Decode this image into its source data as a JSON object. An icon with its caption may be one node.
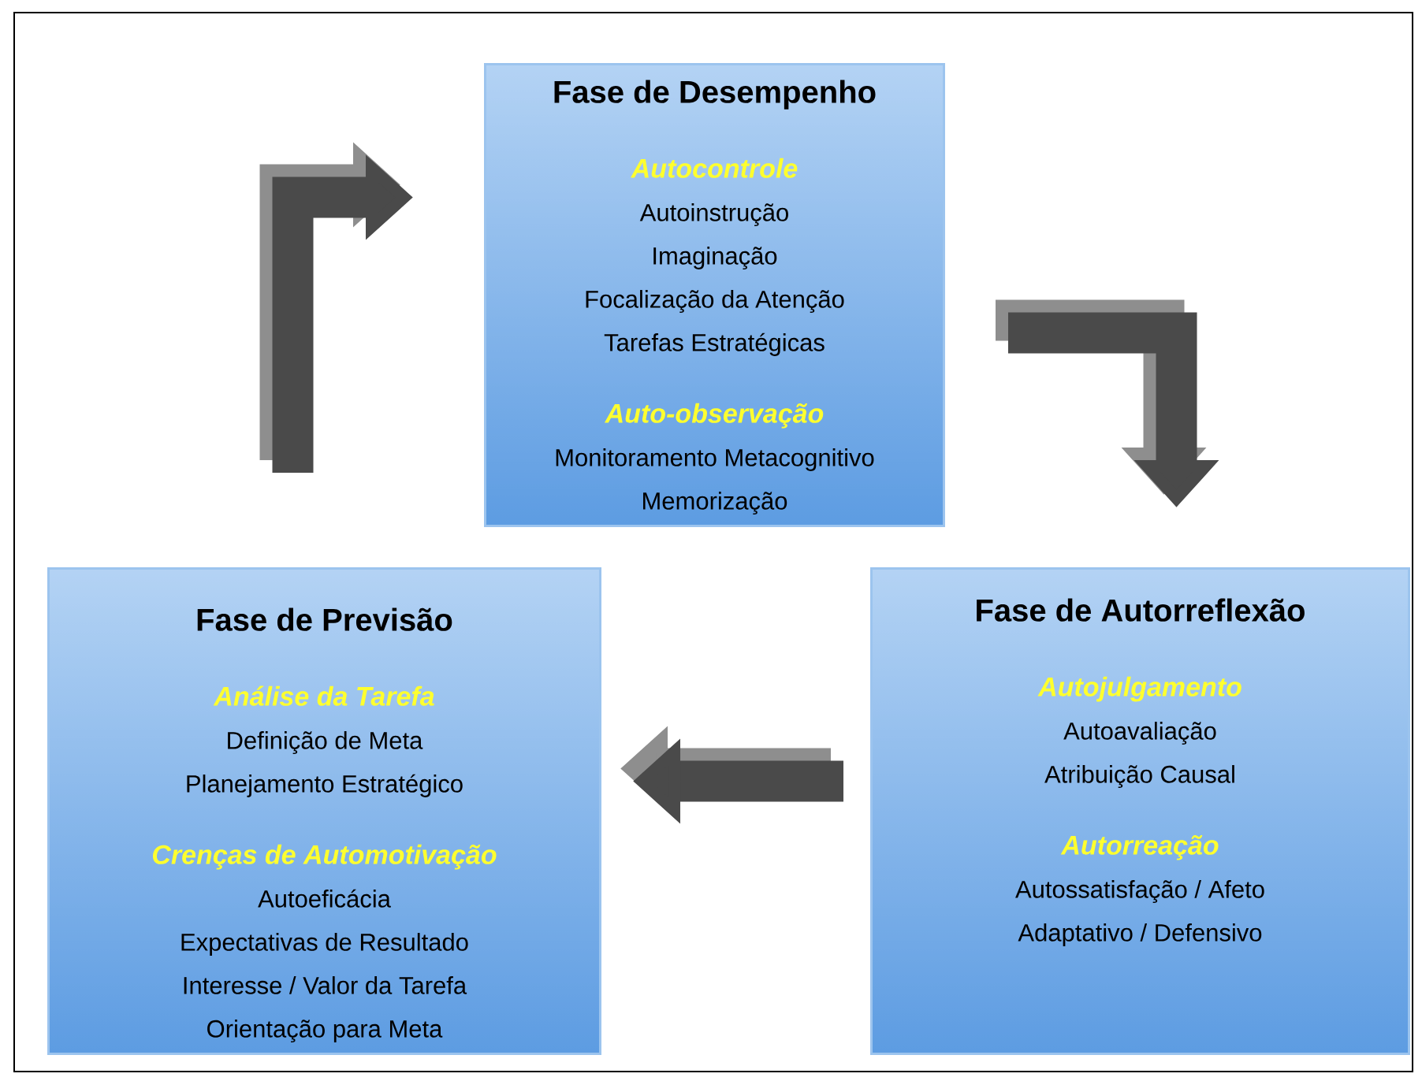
{
  "diagram": {
    "nodes": [
      {
        "text": [
          "Fase de Desempenho",
          "Autocontrole",
          "Autoinstrução",
          "Imaginação",
          "Focalização da Atenção",
          "Tarefas Estratégicas",
          "Auto-observação",
          "Monitoramento Metacognitivo",
          "Memorização"
        ]
      },
      {
        "text": [
          "Fase de Previsão",
          "Análise da Tarefa",
          "Definição de Meta",
          "Planejamento Estratégico",
          "Crenças de Automotivação",
          "Autoeficácia",
          "Expectativas de Resultado",
          "Interesse / Valor da Tarefa",
          "Orientação para Meta"
        ]
      },
      {
        "text": [
          "Fase de Autorreflexão",
          "Autojulgamento",
          "Autoavaliação",
          "Atribuição Causal",
          "Autorreação",
          "Autossatisfação / Afeto",
          "Adaptativo / Defensivo"
        ]
      }
    ],
    "edges": [
      {
        "from": 1,
        "to": 0,
        "arrow": "to"
      },
      {
        "from": 0,
        "to": 2,
        "arrow": "to"
      },
      {
        "from": 2,
        "to": 1,
        "arrow": "to"
      }
    ]
  }
}
